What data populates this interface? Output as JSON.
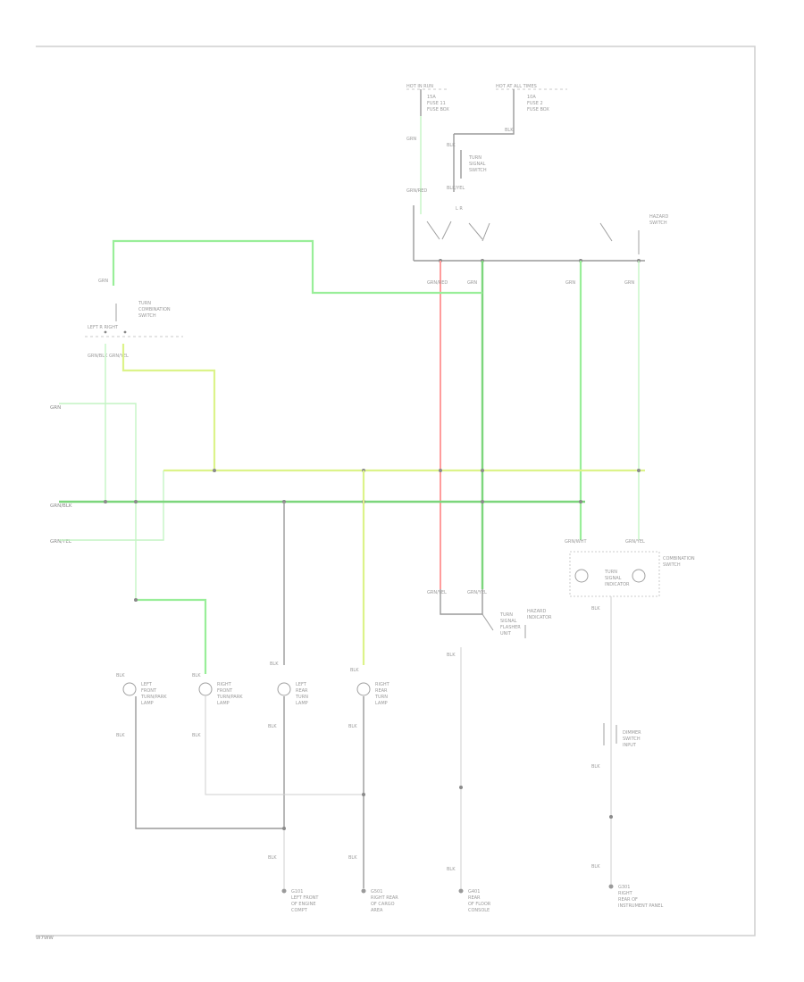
{
  "diagram": {
    "footer_code": "W7WW",
    "fuse_labels": {
      "left": [
        "HOT IN RUN",
        "",
        "FUSE",
        "BOX"
      ],
      "left_fuse": [
        "15A",
        "FUSE 11",
        "FUSE BOX"
      ],
      "right": [
        "HOT AT ALL TIMES",
        "",
        "FUSE",
        "BOX"
      ],
      "right_fuse": [
        "10A",
        "FUSE 2",
        "FUSE BOX"
      ]
    },
    "top_switch": [
      "TURN",
      "SIGNAL",
      "SWITCH"
    ],
    "hazard_switch": [
      "HAZARD",
      "SWITCH"
    ],
    "combo_switch_left": [
      "COMBINATION",
      "SWITCH"
    ],
    "combo_switch_right": [
      "COMBINATION",
      "SWITCH"
    ],
    "flasher_unit": [
      "TURN",
      "SIGNAL",
      "FLASHER",
      "UNIT"
    ],
    "left_inputs": [
      "GRN",
      "GRN/BLK",
      "GRN/YEL"
    ],
    "wire_codes": {
      "w1": "GRN/YEL",
      "w2": "GRN",
      "w3": "GRN/RED",
      "w4": "GRN/YEL",
      "w5": "GRN",
      "w6": "GRN/WHT",
      "w7": "GRN",
      "w8": "GRN/YEL",
      "w9": "GRN/BLK",
      "w10": "GRN/YEL",
      "w11": "GRN/RED",
      "w12": "GRN",
      "w13": "GRN",
      "w14": "BLK",
      "w15": "BLK",
      "w16": "BLK/YEL",
      "w17": "BLK",
      "w18": "BLK",
      "w19": "BLK",
      "w20": "BLK",
      "w21": "BLK",
      "w22": "BLK",
      "w23": "BLK",
      "w24": "BLK"
    },
    "lamps": [
      {
        "label": [
          "LEFT",
          "FRONT",
          "TURN/PARK",
          "LAMP"
        ]
      },
      {
        "label": [
          "RIGHT",
          "FRONT",
          "TURN/PARK",
          "LAMP"
        ]
      },
      {
        "label": [
          "LEFT",
          "REAR",
          "TURN",
          "LAMP"
        ]
      },
      {
        "label": [
          "RIGHT",
          "REAR",
          "TURN",
          "LAMP"
        ]
      }
    ],
    "grounds": [
      {
        "label": [
          "G101",
          "LEFT FRONT",
          "OF ENGINE",
          "COMPT"
        ]
      },
      {
        "label": [
          "G501",
          "RIGHT REAR",
          "OF CARGO",
          "AREA"
        ]
      },
      {
        "label": [
          "G401",
          "REAR",
          "OF FLOOR",
          "CONSOLE"
        ]
      },
      {
        "label": [
          "G301",
          "RIGHT",
          "REAR OF",
          "INSTRUMENT PANEL"
        ]
      }
    ],
    "indicator": [
      "TURN",
      "SIGNAL",
      "INDICATOR"
    ],
    "hazard_ind": [
      "HAZARD",
      "INDICATOR"
    ],
    "dimmer": [
      "DIMMER",
      "SWITCH",
      "INPUT"
    ],
    "colors": {
      "green": "#99ee99",
      "yellow_green": "#dcf38a",
      "red": "#ff9c9c",
      "gray": "#9a9a9a"
    }
  }
}
